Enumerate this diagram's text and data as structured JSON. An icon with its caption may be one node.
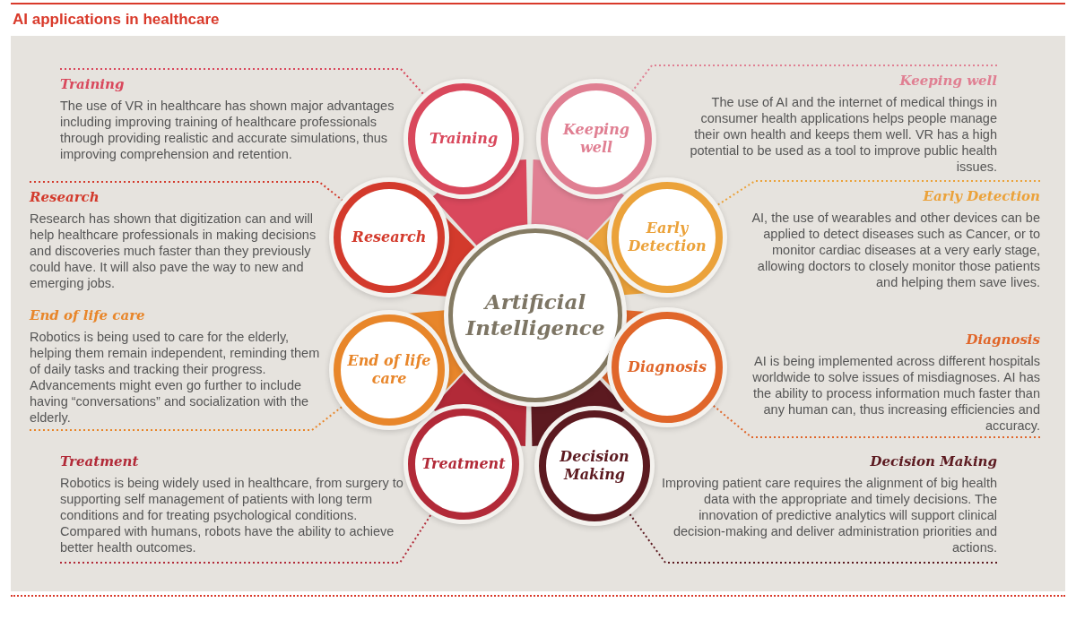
{
  "diagram": {
    "title": "AI applications in healthcare",
    "nodes": [
      {
        "text": [
          "Artificial Intelligence"
        ]
      },
      {
        "text": [
          "Training"
        ]
      },
      {
        "text": [
          "Keeping well"
        ]
      },
      {
        "text": [
          "Early Detection"
        ]
      },
      {
        "text": [
          "Diagnosis"
        ]
      },
      {
        "text": [
          "Decision Making"
        ]
      },
      {
        "text": [
          "Treatment"
        ]
      },
      {
        "text": [
          "End of life care"
        ]
      },
      {
        "text": [
          "Research"
        ]
      },
      {
        "text": [
          "Training",
          "The use of VR in healthcare has shown major advantages including improving training of healthcare professionals through providing realistic and accurate simulations, thus improving comprehension and retention."
        ]
      },
      {
        "text": [
          "Keeping well",
          "The use of AI and the internet of medical things in consumer health applications helps people manage their own health and keeps them well. VR has a high potential to be used as a tool to improve public health issues."
        ]
      },
      {
        "text": [
          "Early Detection",
          "AI, the use of wearables and other devices can be applied to detect diseases such as Cancer, or to monitor cardiac diseases at a very early stage, allowing doctors to closely monitor those patients and helping them save lives."
        ]
      },
      {
        "text": [
          "Diagnosis",
          "AI is being implemented across different hospitals worldwide to solve issues of misdiagnoses. AI has the ability to process information much faster than any human can, thus increasing efficiencies and accuracy."
        ]
      },
      {
        "text": [
          "Decision Making",
          "Improving patient care requires the alignment of big health data with the appropriate and timely decisions. The innovation of predictive analytics will support clinical decision-making and deliver administration priorities and actions."
        ]
      },
      {
        "text": [
          "Treatment",
          "Robotics is being widely used in healthcare, from surgery to supporting self management of patients with long term conditions and for treating psychological conditions. Compared with humans, robots have the ability to achieve better health outcomes."
        ]
      },
      {
        "text": [
          "End of life care",
          "Robotics is being used to care for the elderly, helping them remain independent, reminding them of daily tasks and tracking their progress. Advancements might even go further to include having “conversations” and socialization with the elderly."
        ]
      },
      {
        "text": [
          "Research",
          "Research has shown that digitization can and will help healthcare professionals in making decisions and discoveries much faster than they previously could have. It will also pave the way to new and emerging jobs."
        ]
      }
    ],
    "edges": [
      {
        "from": 9,
        "to": 1,
        "arrow": "none",
        "style": "dashed",
        "color": "#d9485c"
      },
      {
        "from": 10,
        "to": 2,
        "arrow": "none",
        "style": "dashed",
        "color": "#e07f92"
      },
      {
        "from": 11,
        "to": 3,
        "arrow": "none",
        "style": "dashed",
        "color": "#eba23a"
      },
      {
        "from": 12,
        "to": 4,
        "arrow": "none",
        "style": "dashed",
        "color": "#e0662a"
      },
      {
        "from": 13,
        "to": 5,
        "arrow": "none",
        "style": "dashed",
        "color": "#5c1a20"
      },
      {
        "from": 14,
        "to": 6,
        "arrow": "none",
        "style": "dashed",
        "color": "#b22a38"
      },
      {
        "from": 15,
        "to": 7,
        "arrow": "none",
        "style": "dashed",
        "color": "#e8862a"
      },
      {
        "from": 16,
        "to": 8,
        "arrow": "none",
        "style": "dashed",
        "color": "#d33a2c"
      }
    ]
  }
}
